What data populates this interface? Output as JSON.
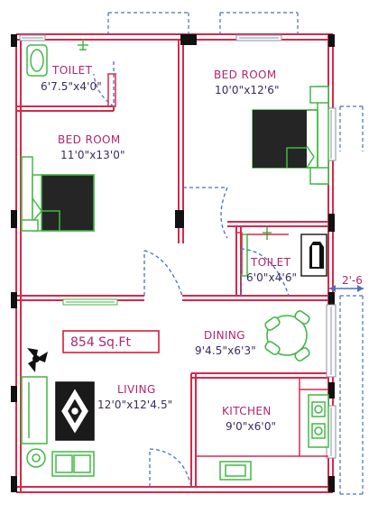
{
  "rooms": {
    "toilet_top": {
      "name": "TOILET",
      "size": "6'7.5\"x4'0\""
    },
    "bedroom_right": {
      "name": "BED ROOM",
      "size": "10'0\"x12'6\""
    },
    "bedroom_left": {
      "name": "BED ROOM",
      "size": "11'0\"x13'0\""
    },
    "toilet_middle": {
      "name": "TOILET",
      "size": "6'0\"x4'6\""
    },
    "dining": {
      "name": "DINING",
      "size": "9'4.5\"x6'3\""
    },
    "living": {
      "name": "LIVING",
      "size": "12'0\"x12'4.5\""
    },
    "kitchen": {
      "name": "KITCHEN",
      "size": "9'0\"x6'0\""
    }
  },
  "area": {
    "label": "854  Sq.Ft"
  },
  "dimension": {
    "label": "2'-6"
  },
  "colors": {
    "wall_red": "#d8284a",
    "furniture_green": "#42b845",
    "text_magenta": "#b3246e",
    "text_navy": "#3a2a5f",
    "window_gray": "#8b8da2",
    "wall_black": "#111111",
    "guide_blue": "#4d6fb7"
  }
}
